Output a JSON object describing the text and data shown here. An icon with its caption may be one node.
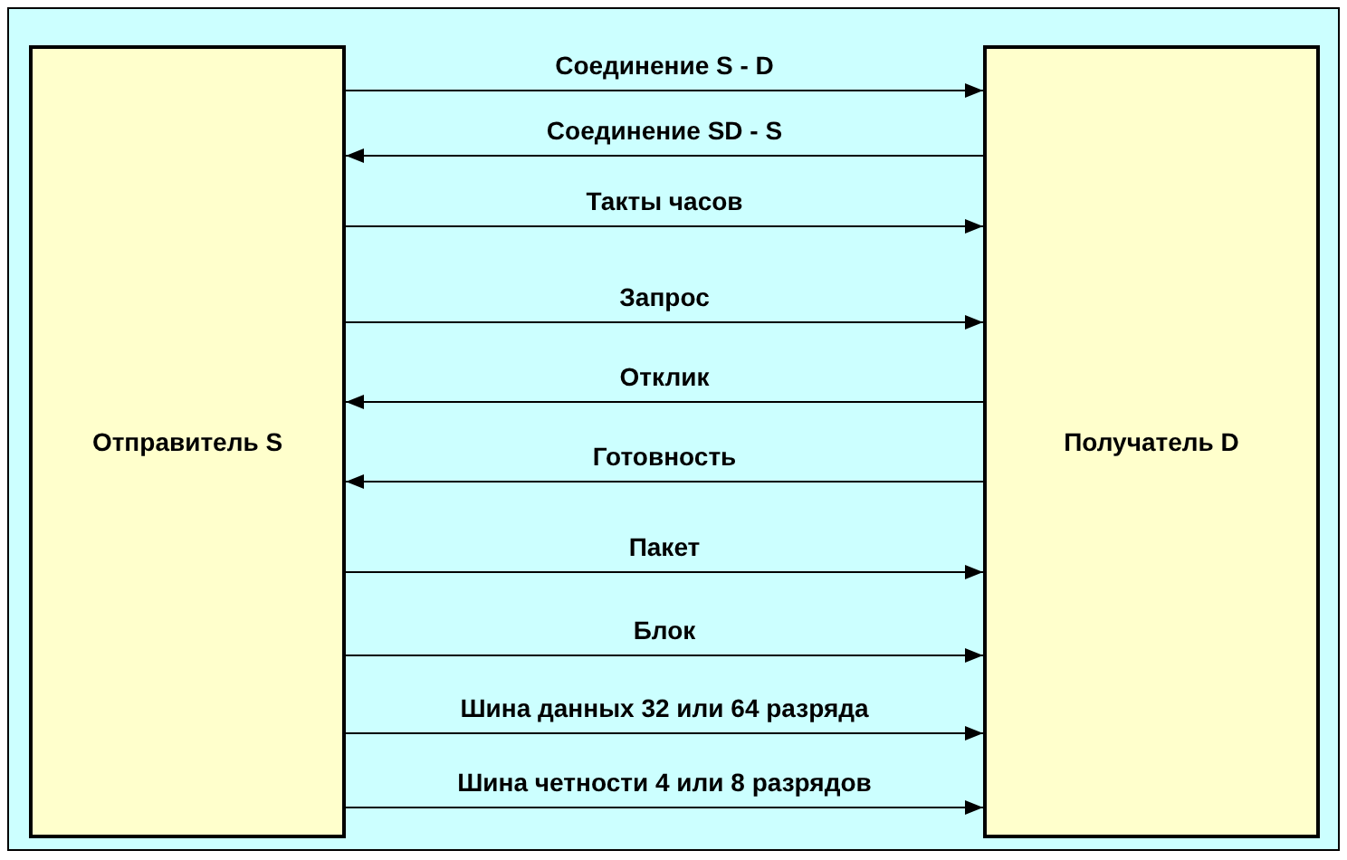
{
  "diagram": {
    "nodes": [
      {
        "text": [
          "Отправитель S"
        ]
      },
      {
        "text": [
          "Получатель D"
        ]
      }
    ],
    "edges": [
      {
        "from": 0,
        "to": 1,
        "arrow": "to",
        "label": "Соединение S - D"
      },
      {
        "from": 1,
        "to": 0,
        "arrow": "to",
        "label": "Соединение SD - S"
      },
      {
        "from": 0,
        "to": 1,
        "arrow": "to",
        "label": "Такты часов"
      },
      {
        "from": 0,
        "to": 1,
        "arrow": "to",
        "label": "Запрос"
      },
      {
        "from": 1,
        "to": 0,
        "arrow": "to",
        "label": "Отклик"
      },
      {
        "from": 1,
        "to": 0,
        "arrow": "to",
        "label": "Готовность"
      },
      {
        "from": 0,
        "to": 1,
        "arrow": "to",
        "label": "Пакет"
      },
      {
        "from": 0,
        "to": 1,
        "arrow": "to",
        "label": "Блок"
      },
      {
        "from": 0,
        "to": 1,
        "arrow": "to",
        "label": "Шина данных 32 или 64 разряда"
      },
      {
        "from": 0,
        "to": 1,
        "arrow": "to",
        "label": "Шина четности 4 или 8 разрядов"
      }
    ]
  }
}
